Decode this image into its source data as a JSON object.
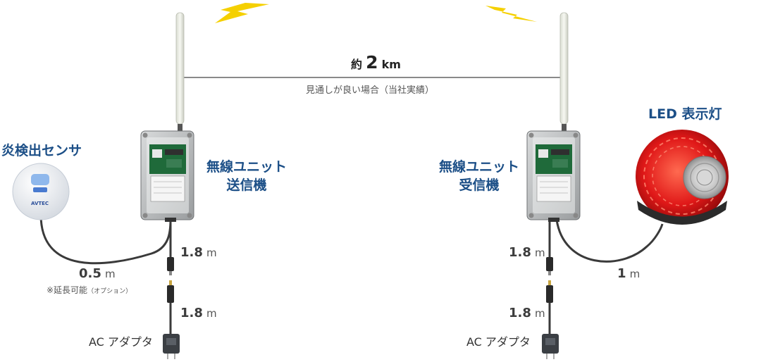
{
  "distance": {
    "prefix": "約",
    "value": "2",
    "unit": "km",
    "note": "見通しが良い場合（当社実績）"
  },
  "sensor": {
    "label": "炎検出センサ",
    "brand": "AVTEC"
  },
  "transmitter": {
    "label_line1": "無線ユニット",
    "label_line2": "送信機"
  },
  "receiver": {
    "label_line1": "無線ユニット",
    "label_line2": "受信機"
  },
  "lamp": {
    "label": "LED 表示灯"
  },
  "cables": {
    "sensor_cable": {
      "value": "0.5",
      "unit": "m",
      "note": "※延長可能",
      "note_option": "（オプション）"
    },
    "tx_upper": {
      "value": "1.8",
      "unit": "m"
    },
    "tx_lower": {
      "value": "1.8",
      "unit": "m"
    },
    "rx_upper": {
      "value": "1.8",
      "unit": "m"
    },
    "rx_lower": {
      "value": "1.8",
      "unit": "m"
    },
    "lamp_cable": {
      "value": "1",
      "unit": "m"
    }
  },
  "adapter_left": {
    "label": "AC アダプタ"
  },
  "adapter_right": {
    "label": "AC アダプタ"
  },
  "colors": {
    "label_blue": "#1c4f87",
    "bolt_yellow": "#f5d000",
    "lamp_red": "#e01818"
  }
}
